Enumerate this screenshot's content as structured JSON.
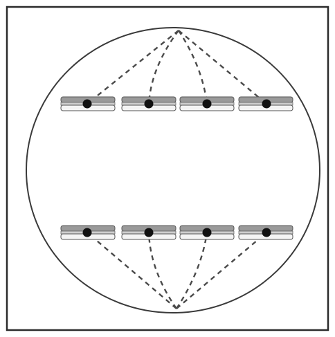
{
  "figure": {
    "type": "mitosis-spindle-schematic",
    "description_visible_text": "",
    "colors": {
      "frame": "#2b2b2b",
      "cell_outline": "#3a3a3a",
      "spindle_fiber": "#4a4a4a",
      "chromatid_gray": "#9a9a9a",
      "chromatid_white": "#f4f4f4",
      "kinetochore": "#111111"
    },
    "top_group": {
      "chromosome_count": 4,
      "pole": "north"
    },
    "bottom_group": {
      "chromosome_count": 4,
      "pole": "south"
    }
  }
}
